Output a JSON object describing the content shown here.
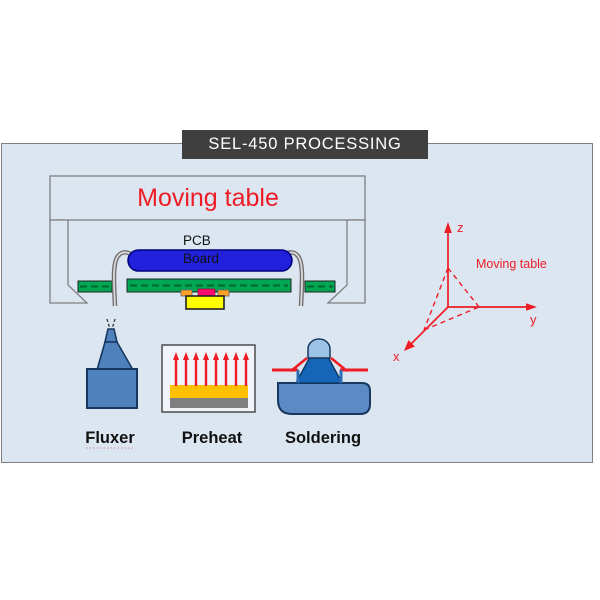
{
  "title_bar": {
    "label": "SEL-450 PROCESSING"
  },
  "machine": {
    "table_label": "Moving table",
    "pcb_line1": "PCB",
    "pcb_line2": "Board"
  },
  "axes": {
    "caption": "Moving table",
    "z_label": "z",
    "y_label": "y",
    "x_label": "x"
  },
  "stations": [
    {
      "id": "fluxer",
      "label": "Fluxer"
    },
    {
      "id": "preheat",
      "label": "Preheat"
    },
    {
      "id": "soldering",
      "label": "Soldering"
    }
  ],
  "colors": {
    "panel_bg": "#dce6f1",
    "title_bg": "#3f3f3f",
    "title_text": "#ffffff",
    "accent_red": "#ee1c25",
    "pcb_blue": "#2121dc",
    "conveyor_green": "#00a651",
    "station_blue": "#4f81bd",
    "solder_base_blue": "#5b8ac5",
    "solder_wave_blue": "#1565b8",
    "solder_dome_blue": "#9cc3e6",
    "preheat_amber": "#ffc000",
    "preheat_gray": "#808080",
    "fixture_yellow": "#ffff00",
    "fixture_magenta": "#ff0a6e",
    "fixture_orange": "#ffa126"
  }
}
